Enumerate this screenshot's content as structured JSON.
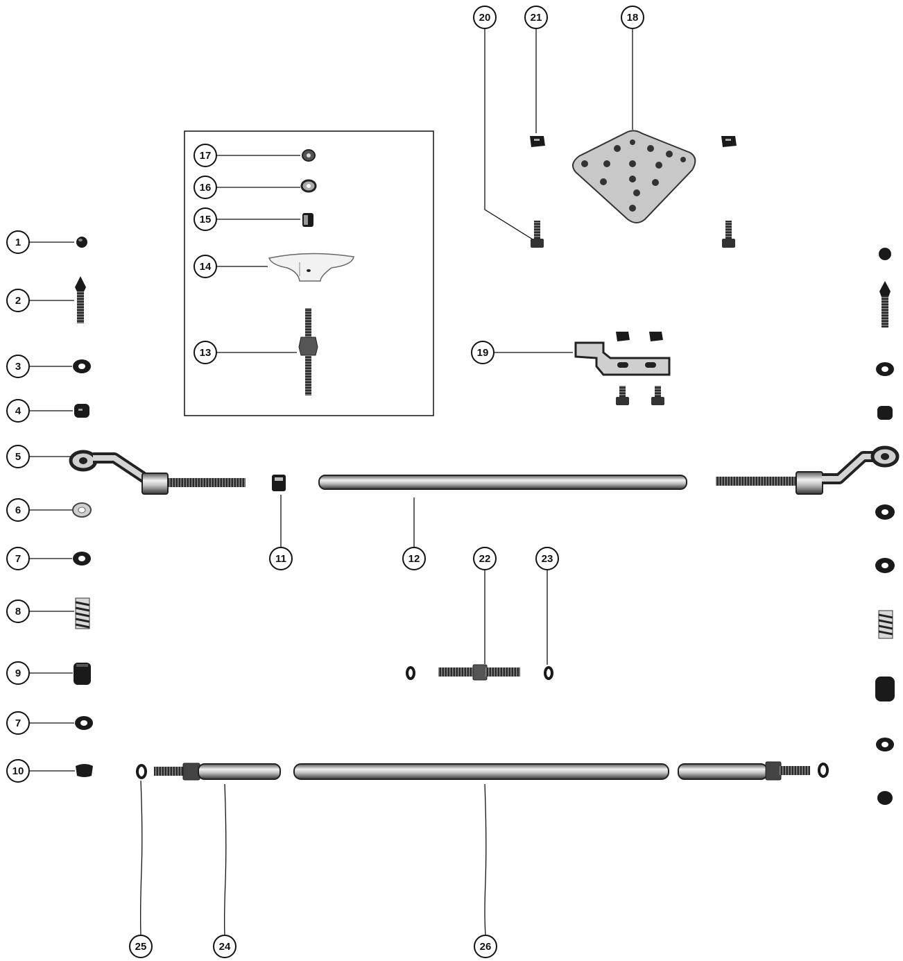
{
  "diagram": {
    "colors": {
      "ink": "#111111",
      "part_dark": "#1a1a1a",
      "metal": "#bdbdbd",
      "metal_light": "#e6e6e6",
      "paper": "#ffffff"
    },
    "callouts": {
      "c1": "1",
      "c2": "2",
      "c3": "3",
      "c4": "4",
      "c5": "5",
      "c6": "6",
      "c7a": "7",
      "c7b": "7",
      "c8": "8",
      "c9": "9",
      "c10": "10",
      "c11": "11",
      "c12": "12",
      "c13": "13",
      "c14": "14",
      "c15": "15",
      "c16": "16",
      "c17": "17",
      "c18": "18",
      "c19": "19",
      "c20": "20",
      "c21": "21",
      "c22": "22",
      "c23": "23",
      "c24": "24",
      "c25": "25",
      "c26": "26"
    }
  }
}
